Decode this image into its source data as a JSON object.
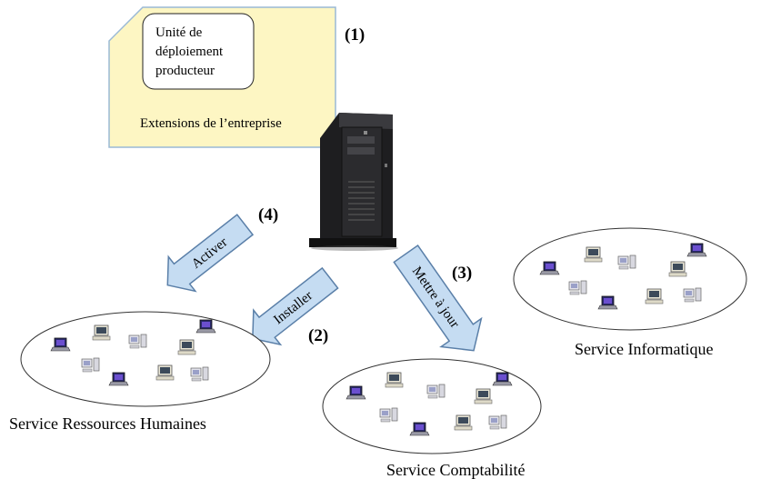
{
  "note": {
    "box_lines": [
      "Unité de",
      "déploiement",
      "producteur"
    ],
    "caption": "Extensions de l’entreprise",
    "fill_color": "#fdf6c3",
    "border_color": "#9ab9d6"
  },
  "server": {
    "icon": "tower-server-icon"
  },
  "steps": {
    "s1": "(1)",
    "s2": "(2)",
    "s3": "(3)",
    "s4": "(4)"
  },
  "arrows": {
    "activate": "Activer",
    "install": "Installer",
    "update": "Mettre à jour",
    "fill_color": "#c5dcf2",
    "border_color": "#5a7fa8"
  },
  "services": {
    "hr": "Service Ressources Humaines",
    "accounting": "Service Comptabilité",
    "it": "Service Informatique"
  },
  "computer_icons": [
    "laptop-icon",
    "desktop-icon",
    "workstation-icon"
  ]
}
